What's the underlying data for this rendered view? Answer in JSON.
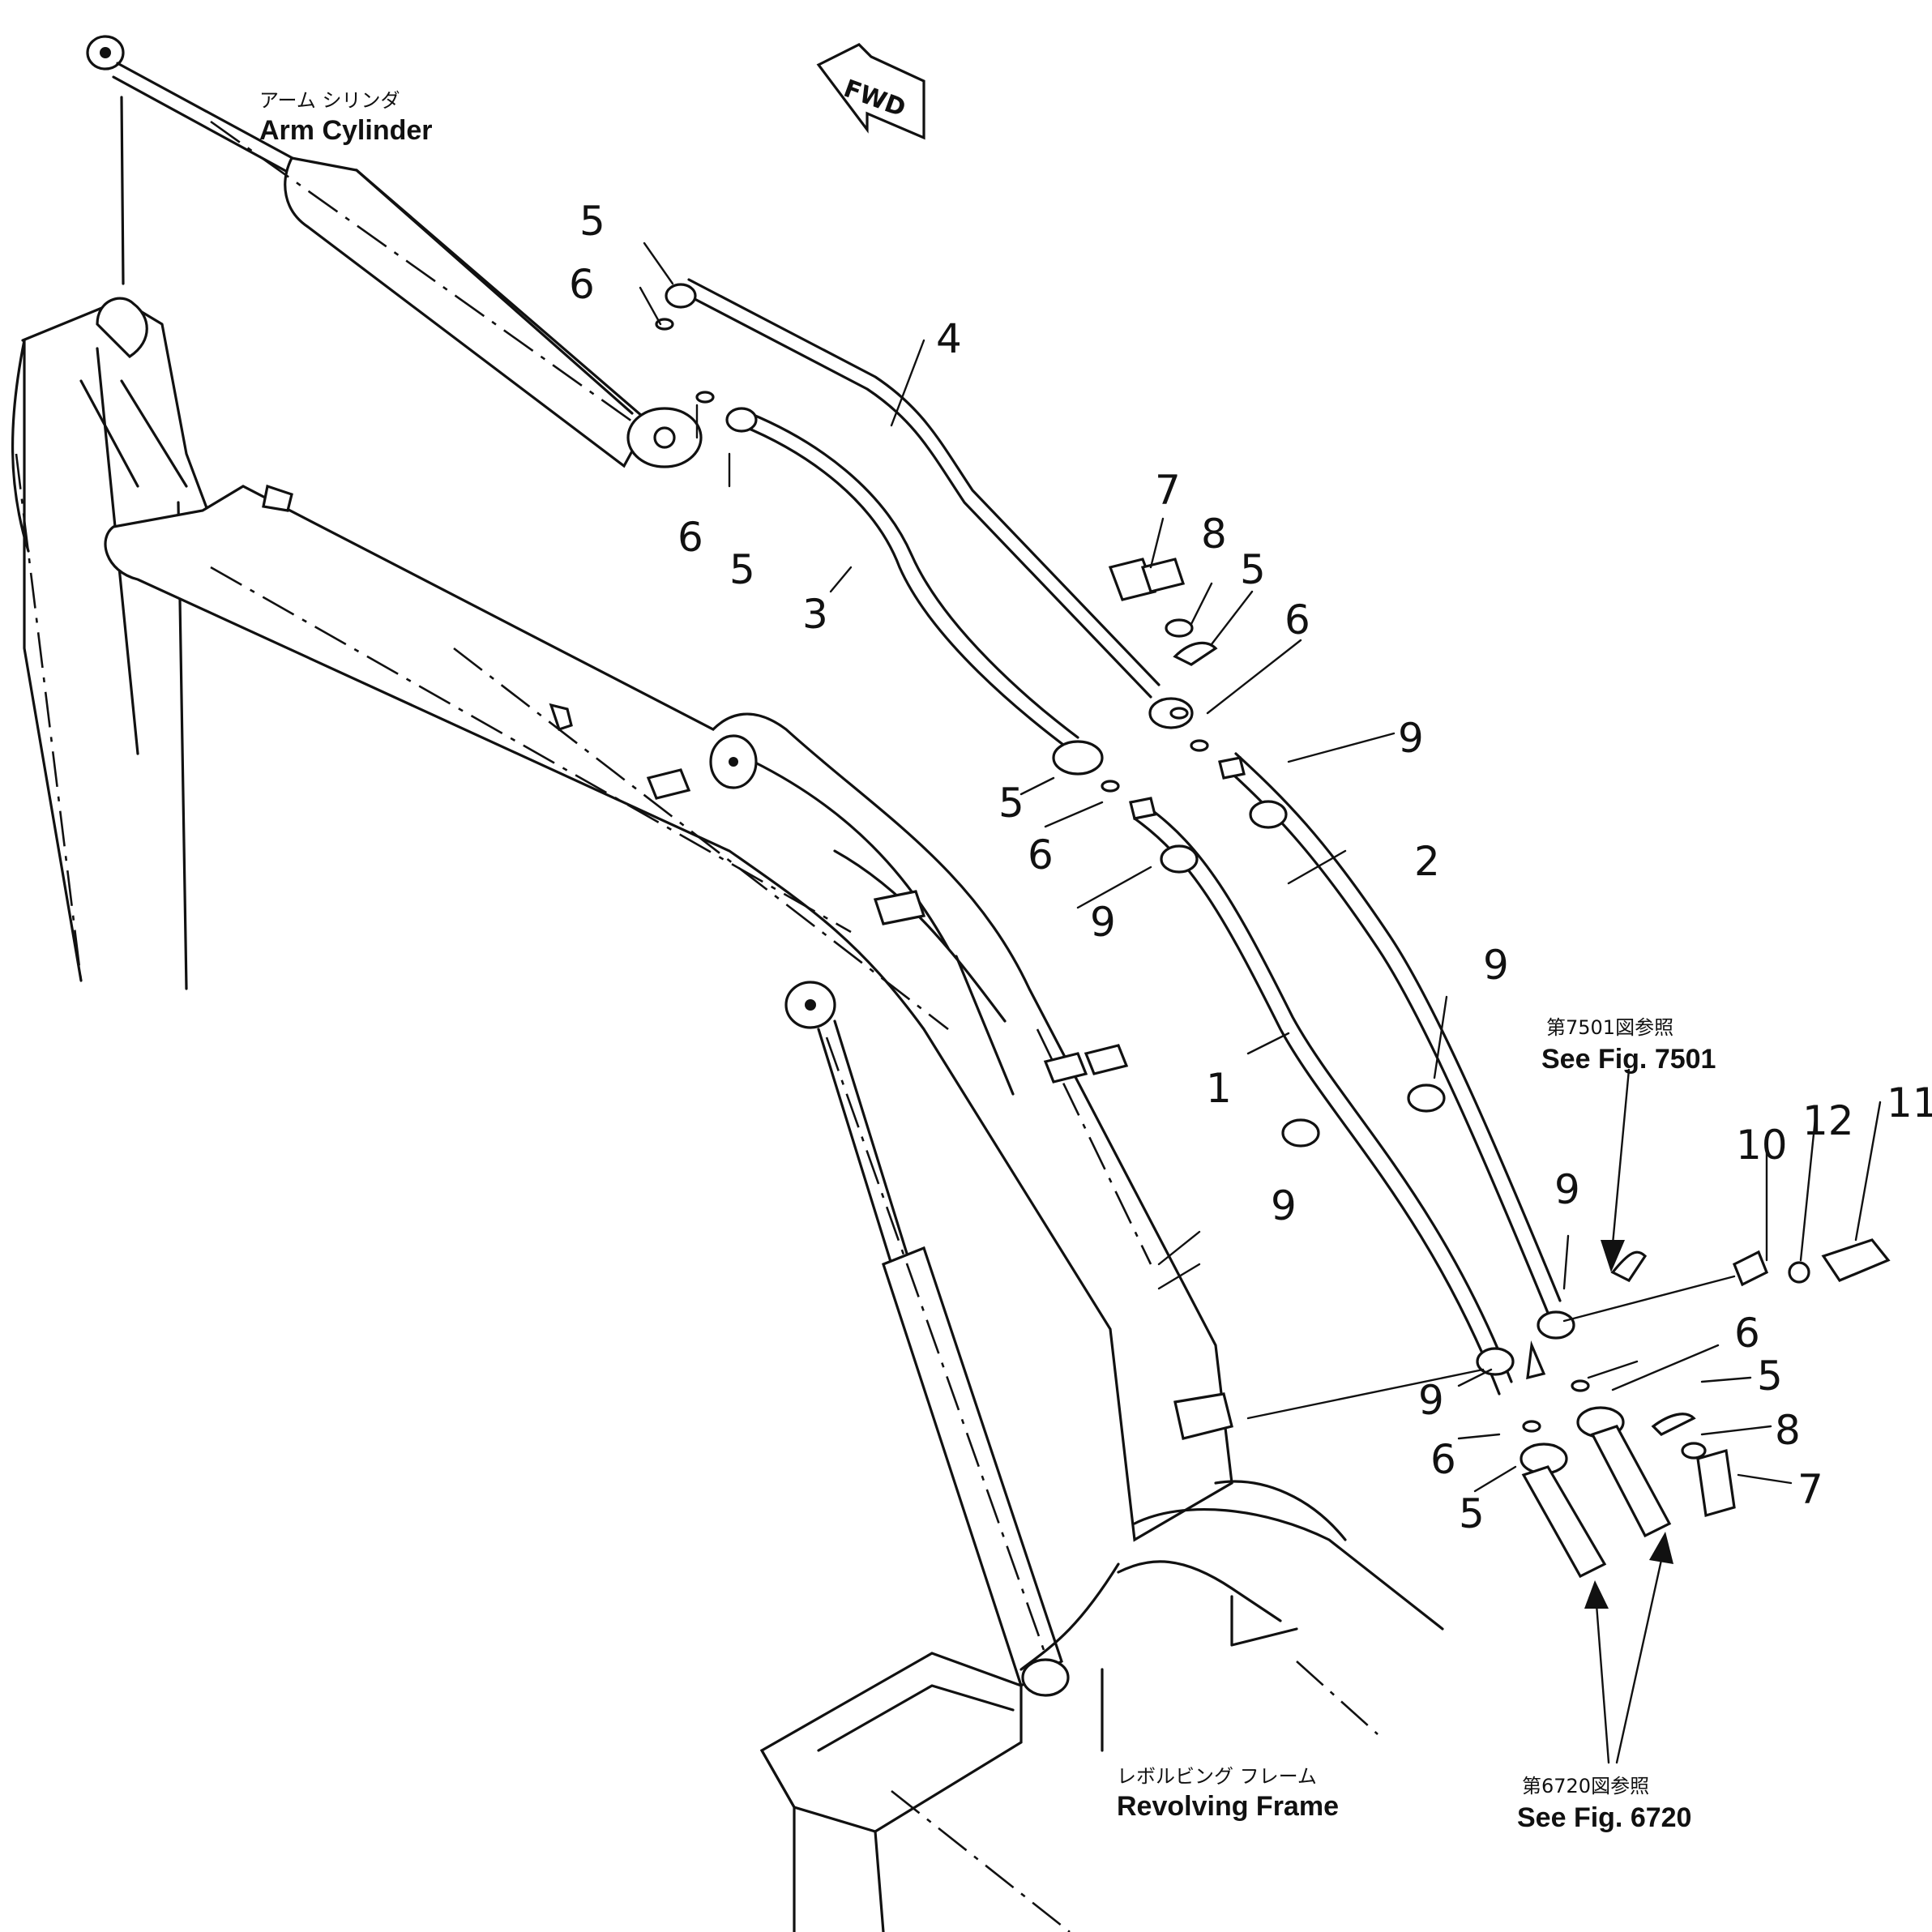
{
  "direction_marker": {
    "text": "FWD"
  },
  "labels": {
    "arm_cylinder": {
      "jp": "アーム シリンダ",
      "en": "Arm Cylinder"
    },
    "revolving_frame": {
      "jp": "レボルビング フレーム",
      "en": "Revolving Frame"
    },
    "see_fig_7501": {
      "jp": "第7501図参照",
      "en": "See Fig. 7501"
    },
    "see_fig_6720": {
      "jp": "第6720図参照",
      "en": "See Fig. 6720"
    }
  },
  "callouts": {
    "c1": "1",
    "c2": "2",
    "c3": "3",
    "c4": "4",
    "c5a": "5",
    "c5b": "5",
    "c5c": "5",
    "c5d": "5",
    "c5e": "5",
    "c5f": "5",
    "c6a": "6",
    "c6b": "6",
    "c6c": "6",
    "c6d": "6",
    "c6e": "6",
    "c6f": "6",
    "c7a": "7",
    "c7b": "7",
    "c8a": "8",
    "c8b": "8",
    "c9a": "9",
    "c9b": "9",
    "c9c": "9",
    "c9d": "9",
    "c9e": "9",
    "c9f": "9",
    "c10": "10",
    "c11": "11",
    "c12": "12"
  }
}
